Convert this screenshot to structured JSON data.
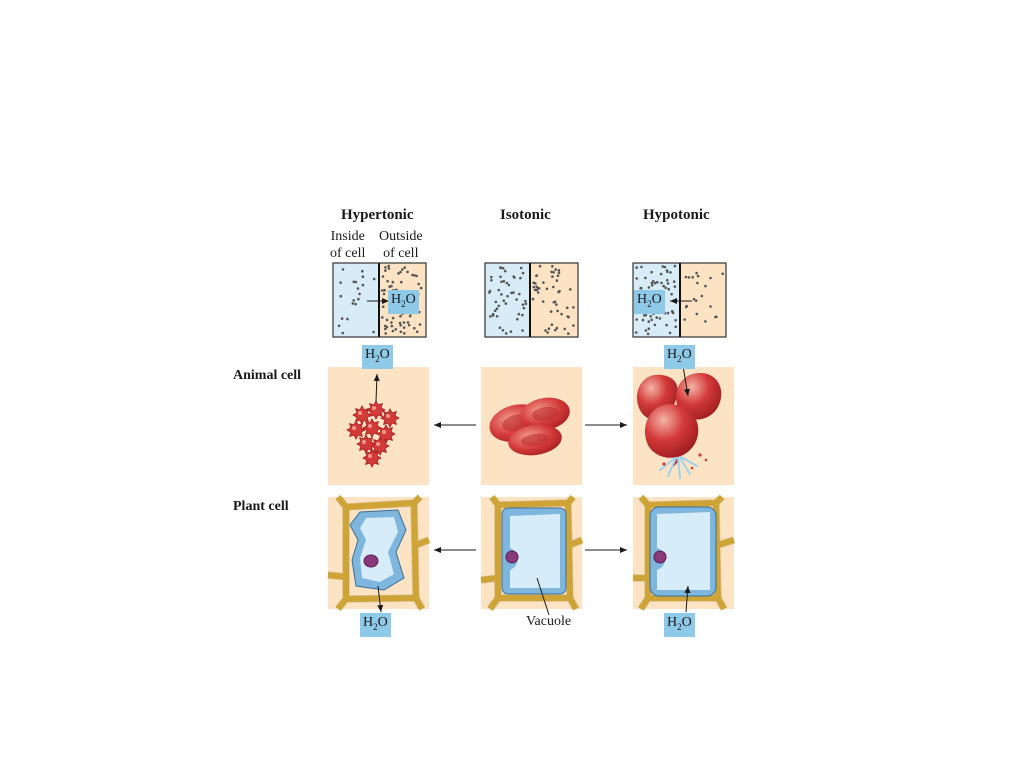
{
  "columns": {
    "hypertonic": "Hypertonic",
    "isotonic": "Isotonic",
    "hypotonic": "Hypotonic"
  },
  "subheaders": {
    "inside_line1": "Inside",
    "inside_line2": "of cell",
    "outside_line1": "Outside",
    "outside_line2": "of cell"
  },
  "rows": {
    "animal": "Animal cell",
    "plant": "Plant cell"
  },
  "water": {
    "main": "H",
    "subscript": "2",
    "tail": "O"
  },
  "vacuole_label": "Vacuole",
  "colors": {
    "inside_blue": "#d7ecf7",
    "outside_tan": "#fbe3c4",
    "panel_bg": "#fbe3c4",
    "tag_blue": "#8fc9e8",
    "cell_red": "#d33a3a",
    "wall_yellow": "#e5b73b",
    "cytoplasm_blue": "#7fb6dd",
    "vacuole_blue": "#d6ecf8",
    "nucleus_purple": "#8a3a7a"
  },
  "icons": [
    "arrow-left",
    "arrow-right",
    "arrow-up",
    "arrow-down"
  ]
}
